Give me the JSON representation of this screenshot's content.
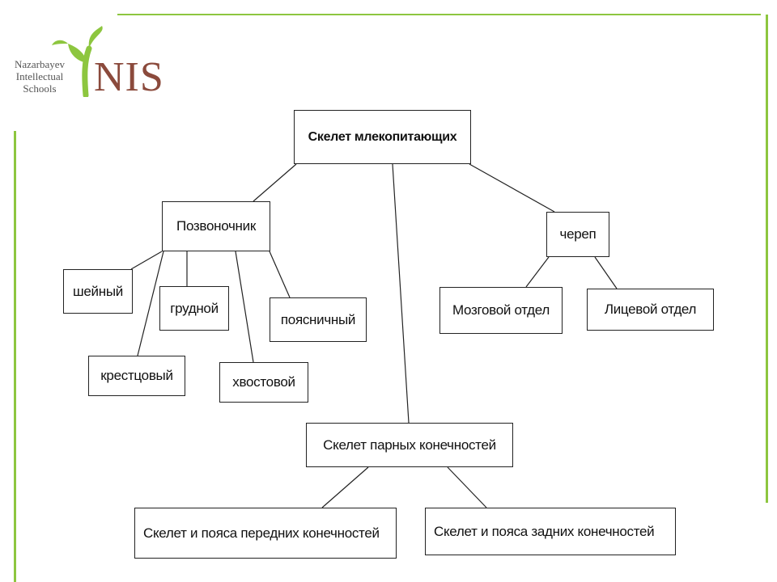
{
  "logo": {
    "text_lines": [
      "Nazarbayev",
      "Intellectual",
      "Schools"
    ],
    "mark": "NIS",
    "colors": {
      "leaf": "#8dc63f",
      "mark": "#8b4a3c"
    }
  },
  "diagram": {
    "root": "Скелет млекопитающих",
    "spine": "Позвоночник",
    "spine_parts": [
      "шейный",
      "грудной",
      "поясничный",
      "крестцовый",
      "хвостовой"
    ],
    "skull": "череп",
    "skull_parts": [
      "Мозговой отдел",
      "Лицевой отдел"
    ],
    "limbs": "Скелет парных конечностей",
    "limb_parts": [
      "Скелет и пояса передних конечностей",
      "Скелет и пояса задних конечностей"
    ]
  },
  "colors": {
    "accent": "#8dc63f",
    "line": "#222222"
  }
}
